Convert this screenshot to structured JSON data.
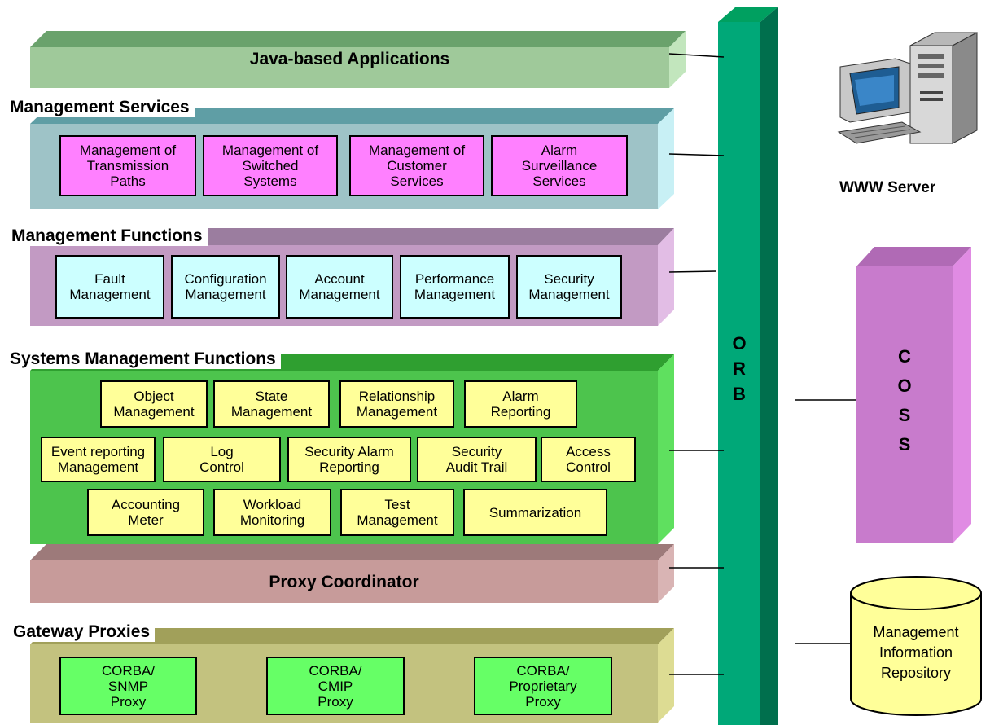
{
  "layers": {
    "java_apps": {
      "label": "Java-based Applications"
    },
    "mgmt_services": {
      "title": "Management Services",
      "boxes": [
        "Management of\nTransmission\nPaths",
        "Management of\nSwitched\nSystems",
        "Management of\nCustomer\nServices",
        "Alarm\nSurveillance\nServices"
      ]
    },
    "mgmt_functions": {
      "title": "Management Functions",
      "boxes": [
        "Fault\nManagement",
        "Configuration\nManagement",
        "Account\nManagement",
        "Performance\nManagement",
        "Security\nManagement"
      ]
    },
    "sys_mgmt_functions": {
      "title": "Systems Management Functions",
      "row1": [
        "Object\nManagement",
        "State\nManagement",
        "Relationship\nManagement",
        "Alarm\nReporting"
      ],
      "row2": [
        "Event reporting\nManagement",
        "Log\nControl",
        "Security Alarm\nReporting",
        "Security\nAudit Trail",
        "Access\nControl"
      ],
      "row3": [
        "Accounting\nMeter",
        "Workload\nMonitoring",
        "Test\nManagement",
        "Summarization"
      ]
    },
    "proxy_coord": {
      "label": "Proxy Coordinator"
    },
    "gateway": {
      "title": "Gateway Proxies",
      "boxes": [
        "CORBA/\nSNMP\nProxy",
        "CORBA/\nCMIP\nProxy",
        "CORBA/\nProprietary\nProxy"
      ]
    }
  },
  "orb": {
    "label": "O\nR\nB"
  },
  "coss": {
    "label": "C\nO\nS\nS"
  },
  "www_server": {
    "label": "WWW Server",
    "icon": "computer-icon"
  },
  "repository": {
    "label": "Management\nInformation\nRepository",
    "icon": "database-cylinder-icon"
  },
  "colors": {
    "java_front": "#9fc99a",
    "java_top": "#6aa26c",
    "java_side": "#c2e6bd",
    "services_front": "#9ec3c7",
    "services_top": "#5f9ea5",
    "services_side": "#c8f0f5",
    "functions_front": "#c29ac3",
    "functions_top": "#9b7d9f",
    "functions_side": "#e2bde5",
    "sysmgmt_front": "#4dc44d",
    "sysmgmt_top": "#2f9f30",
    "sysmgmt_side": "#5fe05f",
    "proxy_front": "#c79b9a",
    "proxy_top": "#9d7a7a",
    "proxy_side": "#d9b4b4",
    "gateway_front": "#c3c27f",
    "gateway_top": "#a1a05a",
    "gateway_side": "#dddc93",
    "orb_front": "#00a878",
    "orb_side": "#006f4d",
    "coss_front": "#c87bcc",
    "coss_side": "#a35aa8",
    "coss_top": "#b06ab5",
    "box_pink": "#ff80ff",
    "box_cyan": "#ccffff",
    "box_yellow": "#ffff99",
    "box_lime": "#66ff66"
  }
}
